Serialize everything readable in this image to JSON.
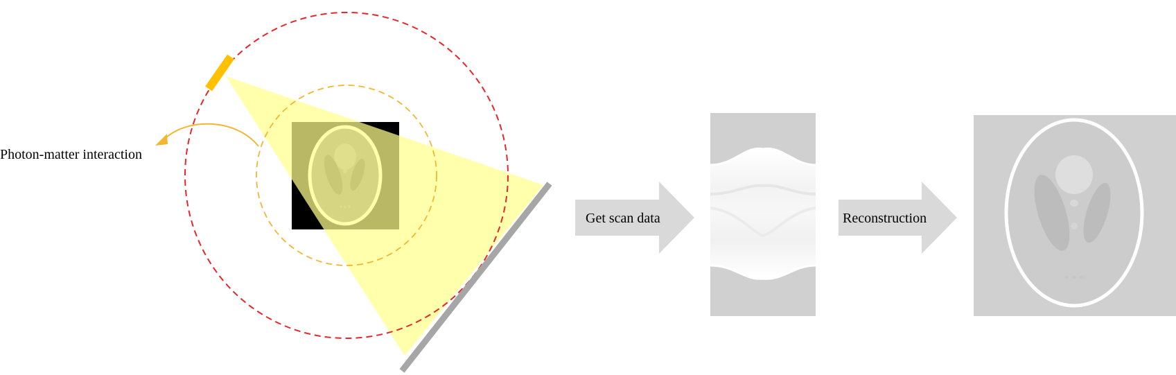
{
  "labels": {
    "interaction": "Photon-matter interaction",
    "step1": "Get scan data",
    "step2": "Reconstruction"
  },
  "colors": {
    "orbit": "#e8252a",
    "inner_circle": "#f2b731",
    "source": "#ffc000",
    "beam": "#ffff8c",
    "detector": "#a6a6a6",
    "arrow": "#d9d9d9",
    "phantom_bg": "#000000",
    "panel_bg": "#d0d0d0"
  },
  "icons": {
    "source": "x-ray-source",
    "detector": "detector-panel",
    "phantom": "shepp-logan-phantom",
    "sinogram": "sinogram",
    "reconstruction": "reconstructed-phantom"
  }
}
